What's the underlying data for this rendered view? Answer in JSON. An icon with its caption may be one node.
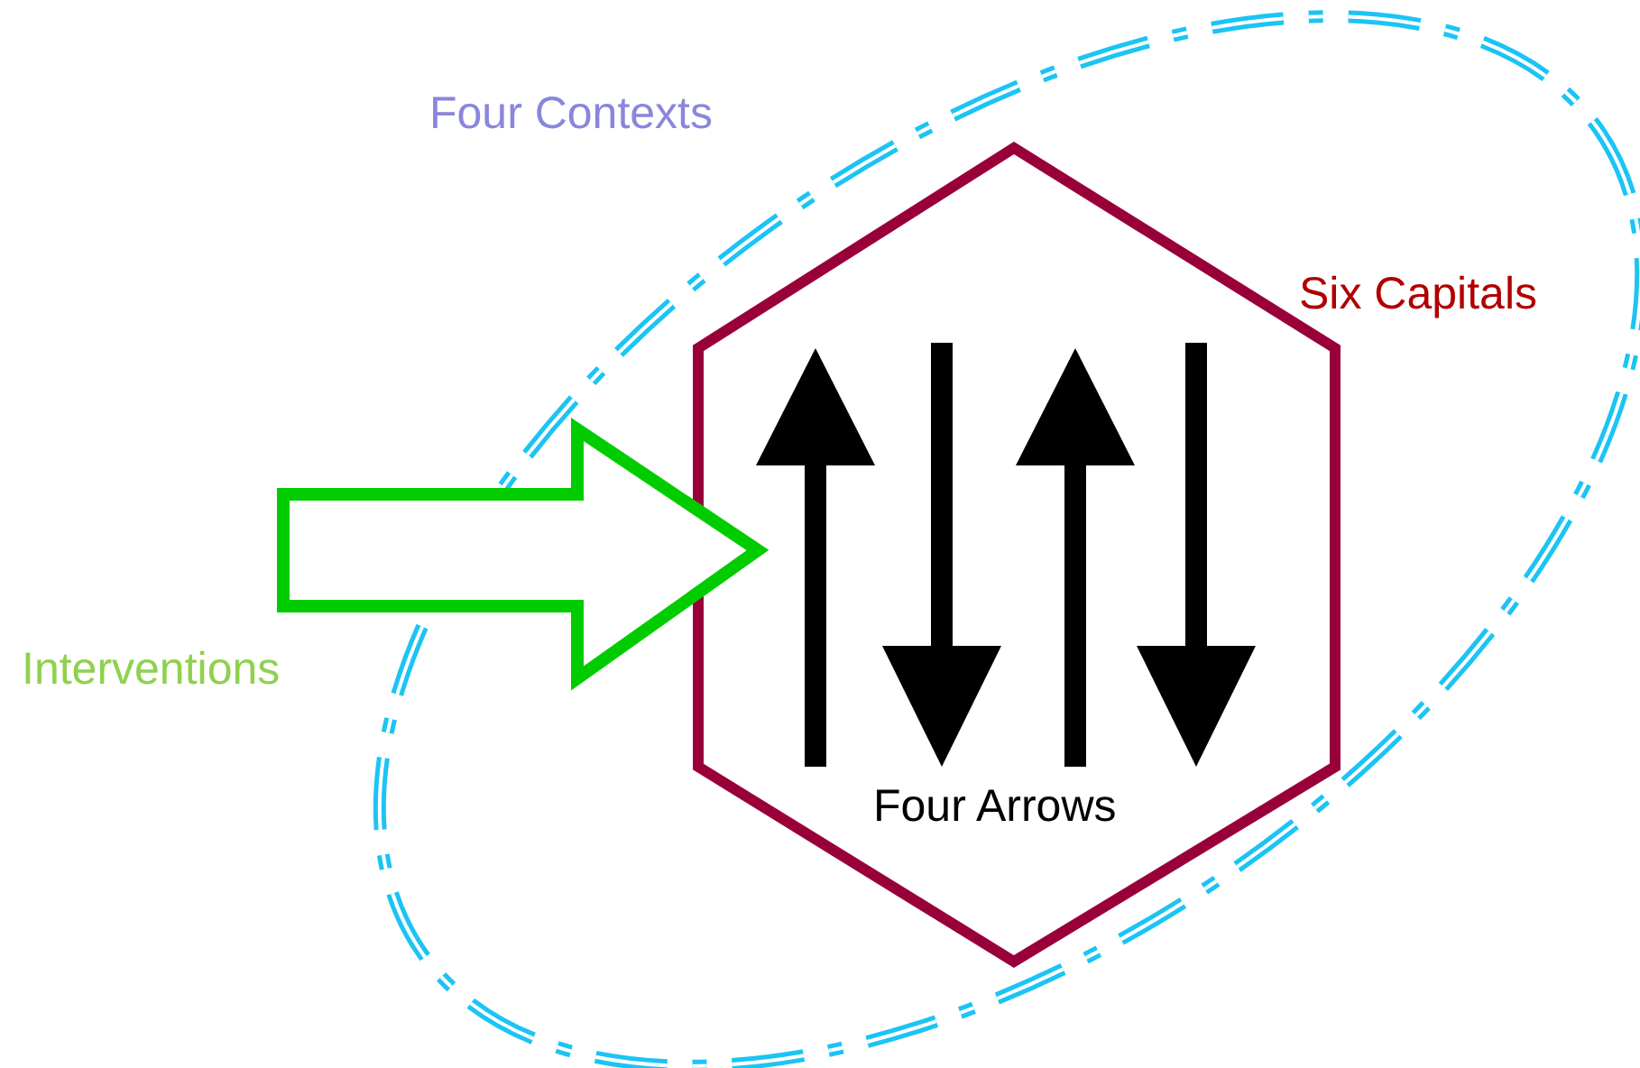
{
  "diagram": {
    "nodes": [
      {
        "text": [
          "Four Contexts"
        ]
      },
      {
        "text": [
          "Six Capitals",
          "Four Arrows"
        ],
        "in": 0
      },
      {
        "text": [
          "Interventions"
        ]
      }
    ],
    "edges": [
      {
        "from": 2,
        "to": 1,
        "arrow": "to",
        "style": "thick"
      }
    ]
  }
}
